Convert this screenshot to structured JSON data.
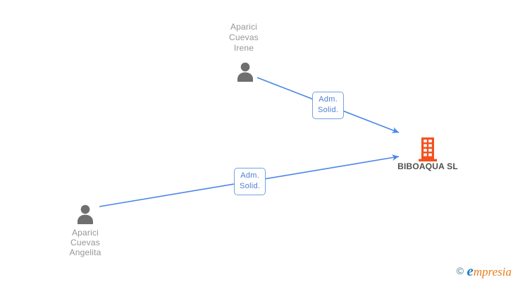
{
  "colors": {
    "edge": "#4a86e8",
    "edge-label-border": "#74a3e6",
    "edge-label-text": "#4e7fd1",
    "person-icon": "#6f6f6f",
    "person-name": "#969696",
    "company-icon": "#f4511e",
    "company-name": "#4f4f4f",
    "copyright": "#4c7d91",
    "logo-first": "#1e7dc0",
    "logo-rest": "#e87d1e"
  },
  "diagram": {
    "persons": [
      {
        "lines": [
          "Aparici",
          "Cuevas",
          "Irene"
        ]
      },
      {
        "lines": [
          "Aparici",
          "Cuevas",
          "Angelita"
        ]
      }
    ],
    "company": {
      "name": "BIBOAQUA SL"
    },
    "edges": [
      {
        "label_lines": [
          "Adm.",
          "Solid."
        ]
      },
      {
        "label_lines": [
          "Adm.",
          "Solid."
        ]
      }
    ]
  },
  "watermark": {
    "copyright": "©",
    "logo_first": "e",
    "logo_rest": "mpresia"
  }
}
